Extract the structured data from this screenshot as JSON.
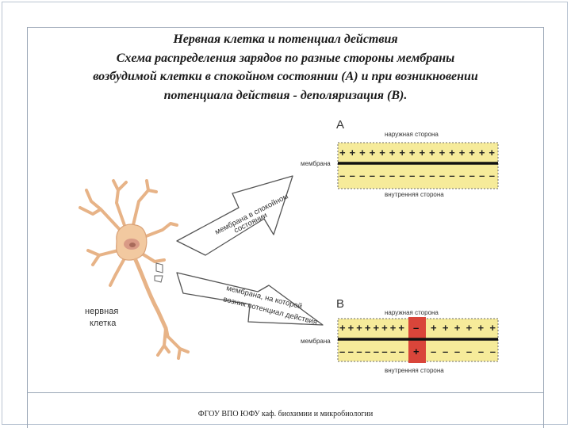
{
  "title": {
    "line1": "Нервная клетка и потенциал действия",
    "line2": "Схема распределения зарядов по разные стороны мембраны",
    "line3": "возбудимой клетки в спокойном состоянии (А) и при возникновении",
    "line4": "потенциала действия - деполяризация (В)."
  },
  "diagram": {
    "panel_a": {
      "letter": "А",
      "outer_label": "наружная сторона",
      "membrane_label": "мембрана",
      "inner_label": "внутренняя сторона",
      "top_row": "+ + + + + + + + + + + + + + + +",
      "bottom_row": "– – – – – – – – – – – – – – – –"
    },
    "panel_b": {
      "letter": "В",
      "outer_label": "наружная сторона",
      "membrane_label": "мембрана",
      "inner_label": "внутренняя сторона",
      "top_row_left": "+ + + + + + + +",
      "top_row_right": "+ + + + + +",
      "bottom_row_left": "– – – – – – – –",
      "bottom_row_right": "– – – – – –",
      "depol_top": "–",
      "depol_bottom": "+",
      "depol_color": "#d9453a"
    },
    "arrow_top_text_1": "мембрана в спокойном",
    "arrow_top_text_2": "состоянии",
    "arrow_bottom_text_1": "мембрана, на которой",
    "arrow_bottom_text_2": "возник потенциал действия",
    "neuron_label_1": "нервная",
    "neuron_label_2": "клетка",
    "colors": {
      "band": "#f6eb9a",
      "membrane": "#111111",
      "neuron": "#f2c9a0",
      "neuron_stroke": "#d9a278",
      "arrow_stroke": "#555555"
    }
  },
  "footer": "ФГОУ ВПО ЮФУ каф. биохимии и микробиологии"
}
